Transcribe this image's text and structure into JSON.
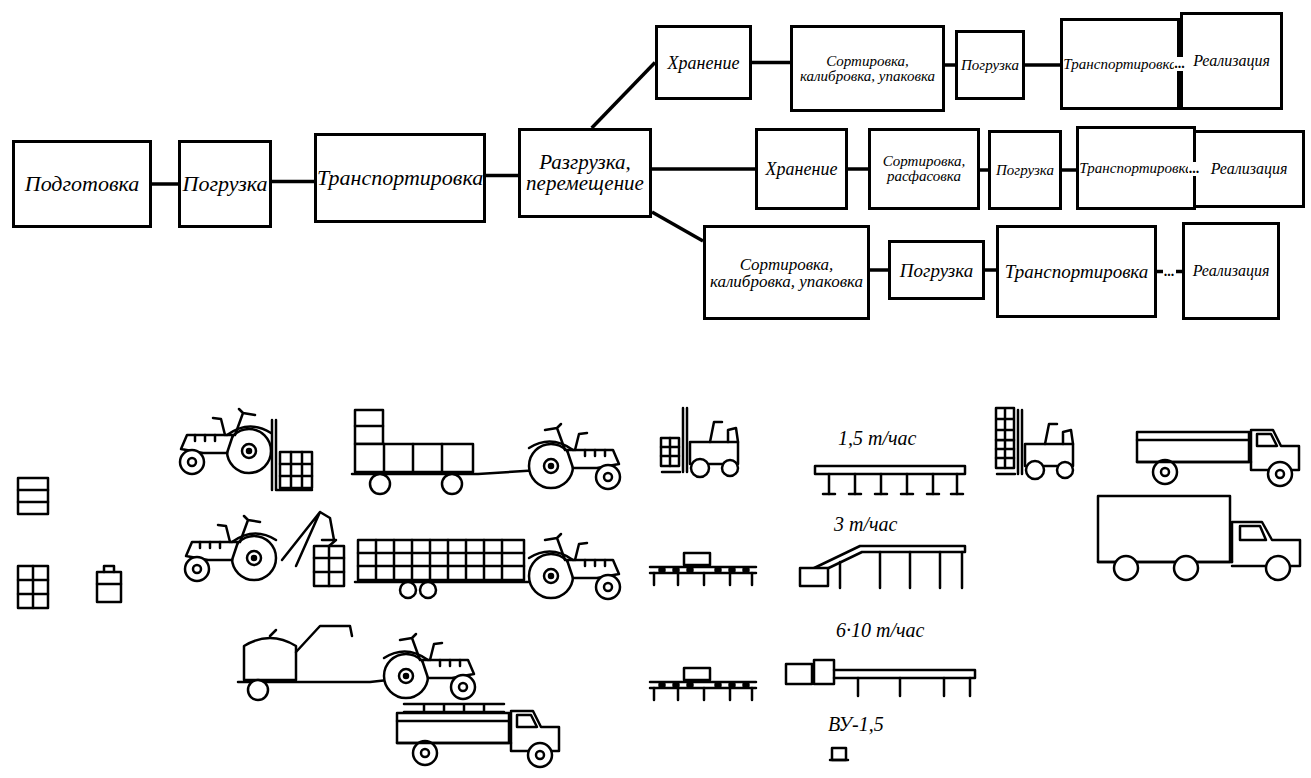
{
  "diagram": {
    "nodes": [
      {
        "text": [
          "Подготовка"
        ]
      },
      {
        "text": [
          "Погрузка"
        ]
      },
      {
        "text": [
          "Транспортировка"
        ]
      },
      {
        "text": [
          "Разгрузка, перемещение"
        ]
      },
      {
        "text": [
          "Хранение"
        ]
      },
      {
        "text": [
          "Сортировка, калибровка, упаковка"
        ]
      },
      {
        "text": [
          "Погрузка"
        ]
      },
      {
        "text": [
          "Транспортировка"
        ]
      },
      {
        "text": [
          "Реализация"
        ]
      },
      {
        "text": [
          "Хранение"
        ]
      },
      {
        "text": [
          "Сортировка, расфасовка"
        ]
      },
      {
        "text": [
          "Погрузка"
        ]
      },
      {
        "text": [
          "Транспортировка"
        ]
      },
      {
        "text": [
          "Реализация"
        ]
      },
      {
        "text": [
          "Сортировка, калибровка, упаковка"
        ]
      },
      {
        "text": [
          "Погрузка"
        ]
      },
      {
        "text": [
          "Транспортировка"
        ]
      },
      {
        "text": [
          "Реализация"
        ]
      }
    ],
    "edges": [
      {
        "from": 0,
        "to": 1,
        "arrow": "none"
      },
      {
        "from": 1,
        "to": 2,
        "arrow": "none"
      },
      {
        "from": 2,
        "to": 3,
        "arrow": "none"
      },
      {
        "from": 3,
        "to": 4,
        "arrow": "none"
      },
      {
        "from": 3,
        "to": 9,
        "arrow": "none"
      },
      {
        "from": 3,
        "to": 14,
        "arrow": "none"
      },
      {
        "from": 4,
        "to": 5,
        "arrow": "none"
      },
      {
        "from": 5,
        "to": 6,
        "arrow": "none"
      },
      {
        "from": 6,
        "to": 7,
        "arrow": "none"
      },
      {
        "from": 7,
        "to": 8,
        "label": "...",
        "arrow": "none"
      },
      {
        "from": 9,
        "to": 10,
        "arrow": "none"
      },
      {
        "from": 10,
        "to": 11,
        "arrow": "none"
      },
      {
        "from": 11,
        "to": 12,
        "arrow": "none"
      },
      {
        "from": 12,
        "to": 13,
        "label": "...",
        "arrow": "none"
      },
      {
        "from": 14,
        "to": 15,
        "arrow": "none"
      },
      {
        "from": 15,
        "to": 16,
        "arrow": "none"
      },
      {
        "from": 16,
        "to": 17,
        "label": "...",
        "arrow": "none"
      }
    ],
    "labels": [
      "1,5 т/час",
      "3 т/час",
      "6·10 т/час",
      "ВУ-1,5"
    ]
  }
}
